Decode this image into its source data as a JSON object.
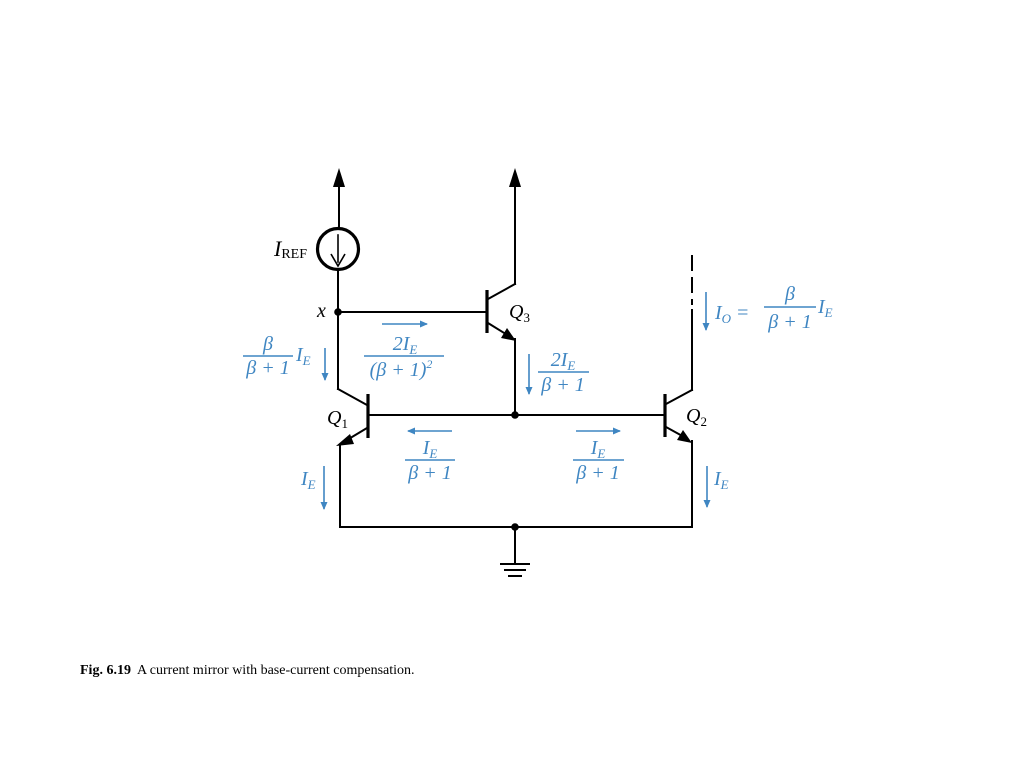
{
  "labels": {
    "iref_main": "I",
    "iref_sub": "REF",
    "node_x": "x",
    "q1_main": "Q",
    "q1_sub": "1",
    "q2_main": "Q",
    "q2_sub": "2",
    "q3_main": "Q",
    "q3_sub": "3"
  },
  "currents": {
    "q1_collector": {
      "num": "β",
      "den": "β + 1",
      "tail_main": "I",
      "tail_sub": "E"
    },
    "q3_base": {
      "num_main": "2I",
      "num_sub": "E",
      "den": "(β + 1)",
      "den_sup": "2"
    },
    "q3_emitter": {
      "num_main": "2I",
      "num_sub": "E",
      "den": "β + 1"
    },
    "base_left": {
      "num_main": "I",
      "num_sub": "E",
      "den": "β + 1"
    },
    "base_right": {
      "num_main": "I",
      "num_sub": "E",
      "den": "β + 1"
    },
    "output": {
      "lhs_main": "I",
      "lhs_sub": "O",
      "eq": "=",
      "num": "β",
      "den": "β + 1",
      "tail_main": "I",
      "tail_sub": "E"
    },
    "emitter_left": {
      "main": "I",
      "sub": "E"
    },
    "emitter_right": {
      "main": "I",
      "sub": "E"
    }
  },
  "caption": {
    "figure": "Fig. 6.19",
    "text": "A current mirror with base-current compensation."
  },
  "colors": {
    "annotation": "#3f86c2",
    "wire": "#000000"
  }
}
